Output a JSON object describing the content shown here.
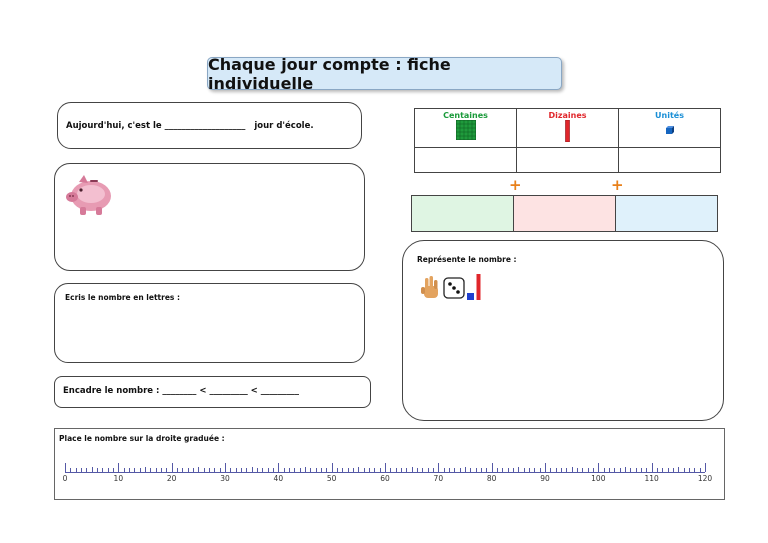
{
  "title": "Chaque jour compte : fiche individuelle",
  "today": {
    "prefix": "Aujourd'hui, c'est le",
    "blank": "___________________",
    "suffix": "jour d'école."
  },
  "piggy_icon": "piggy-bank-icon",
  "ecris": "Ecris le nombre en lettres :",
  "encadre": {
    "label": "Encadre le nombre :",
    "blank1": "________",
    "lt1": "<",
    "blank2": "_________",
    "lt2": "<",
    "blank3": "_________"
  },
  "place_value": {
    "headers": [
      "Centaines",
      "Dizaines",
      "Unités"
    ],
    "colors": [
      "#1a9a3a",
      "#e0262b",
      "#1a8fd6"
    ]
  },
  "plus": [
    "+",
    "+"
  ],
  "sum_colors": [
    "#dff5e3",
    "#fde3e3",
    "#dff1fb"
  ],
  "represente": "Représente le nombre :",
  "number_line": {
    "label": "Place le nombre sur la droite graduée :",
    "min": 0,
    "max": 120,
    "major_step": 10,
    "minor_step": 1,
    "labels": [
      "0",
      "10",
      "20",
      "30",
      "40",
      "50",
      "60",
      "70",
      "80",
      "90",
      "100",
      "110",
      "120"
    ]
  }
}
